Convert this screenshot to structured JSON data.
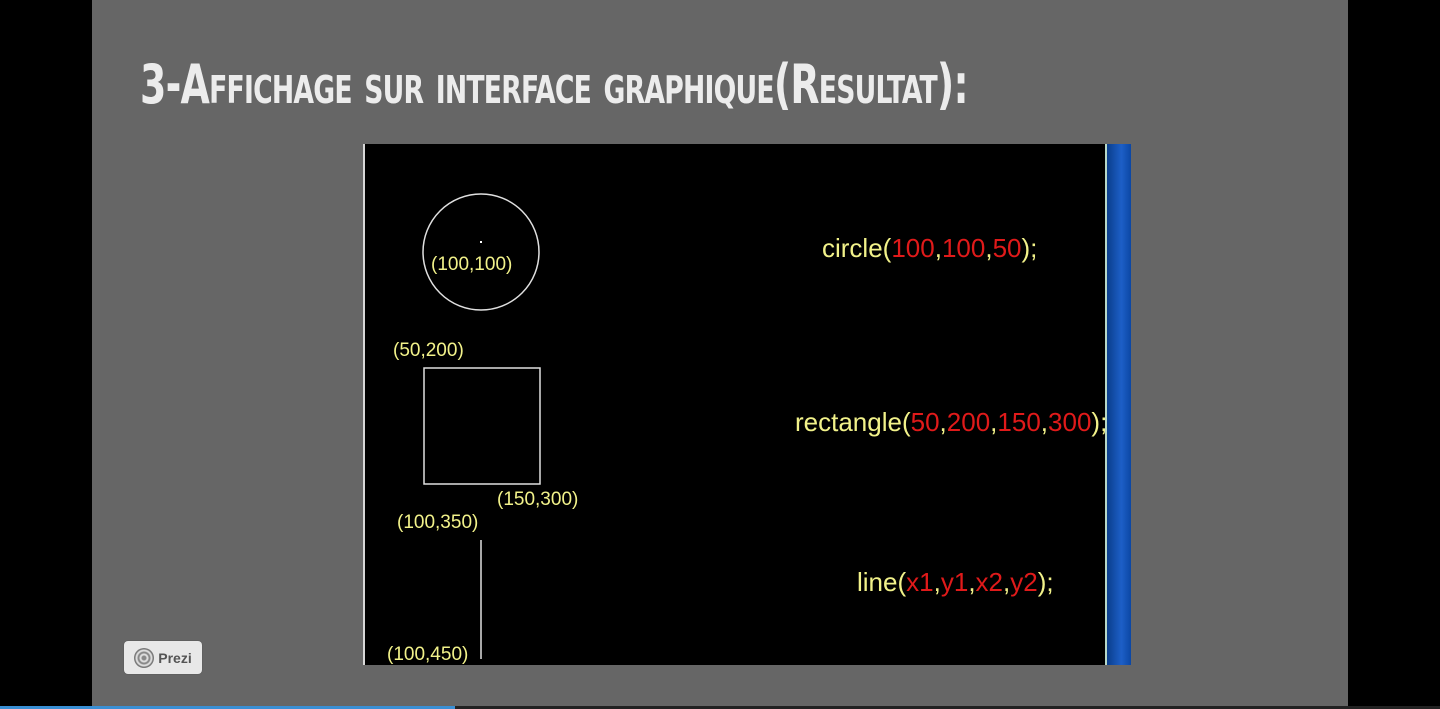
{
  "slide": {
    "title": "3-Affichage sur interface graphique(Resultat):"
  },
  "screen": {
    "labels": {
      "circle_center": "(100,100)",
      "rect_top_left": "(50,200)",
      "rect_bottom_right": "(150,300)",
      "line_start": "(100,350)",
      "line_end": "(100,450)"
    },
    "code": {
      "circle": {
        "name": "circle(",
        "args": [
          "100",
          "100",
          "50"
        ],
        "end": ");"
      },
      "rectangle": {
        "name": "rectangle(",
        "args": [
          "50",
          "200",
          "150",
          "300"
        ],
        "end": ");"
      },
      "line": {
        "name": "line(",
        "args": [
          "x1",
          "y1",
          "x2",
          "y2"
        ],
        "end": ");"
      }
    },
    "colors": {
      "text": "#f2f28a",
      "args": "#e01a1a",
      "shapes": "#ffffff"
    }
  },
  "badge": {
    "label": "Prezi",
    "icon": "prezi-logo-icon"
  },
  "progress": {
    "fraction": 0.316
  }
}
